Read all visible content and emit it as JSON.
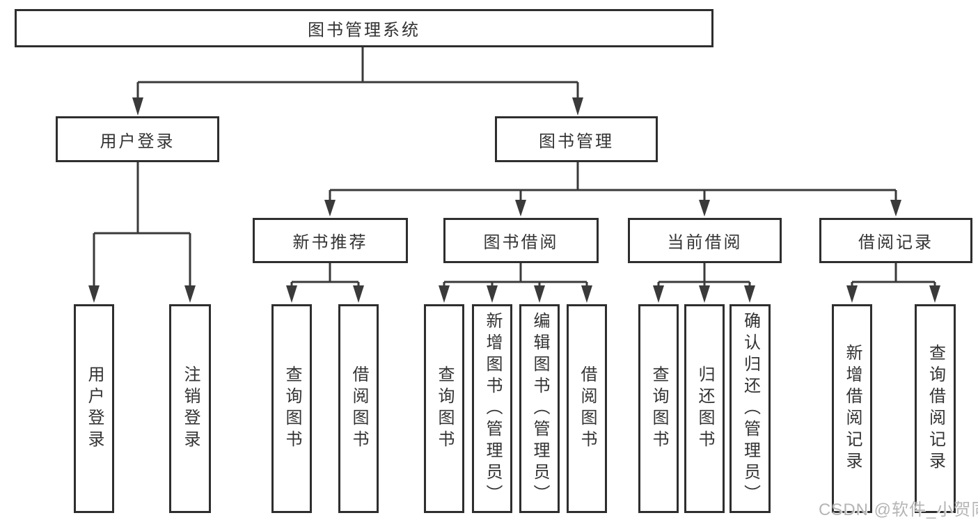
{
  "tree": {
    "root": "图书管理系统",
    "level2": [
      "用户登录",
      "图书管理"
    ],
    "level3": [
      "新书推荐",
      "图书借阅",
      "当前借阅",
      "借阅记录"
    ],
    "leaves_user": [
      "用户登录",
      "注销登录"
    ],
    "leaves_newbook": [
      "查询图书",
      "借阅图书"
    ],
    "leaves_borrow": [
      "查询图书",
      "新增图书（管理员）",
      "编辑图书（管理员）",
      "借阅图书"
    ],
    "leaves_current": [
      "查询图书",
      "归还图书",
      "确认归还（管理员）"
    ],
    "leaves_records": [
      "新增借阅记录",
      "查询借阅记录"
    ]
  },
  "watermark": "CSDN @软件_小贺同学",
  "colors": {
    "line": "#3a3a3a",
    "box_border": "#2e2e2e",
    "text": "#333333",
    "watermark": "#b5b5b5",
    "background": "#ffffff"
  }
}
